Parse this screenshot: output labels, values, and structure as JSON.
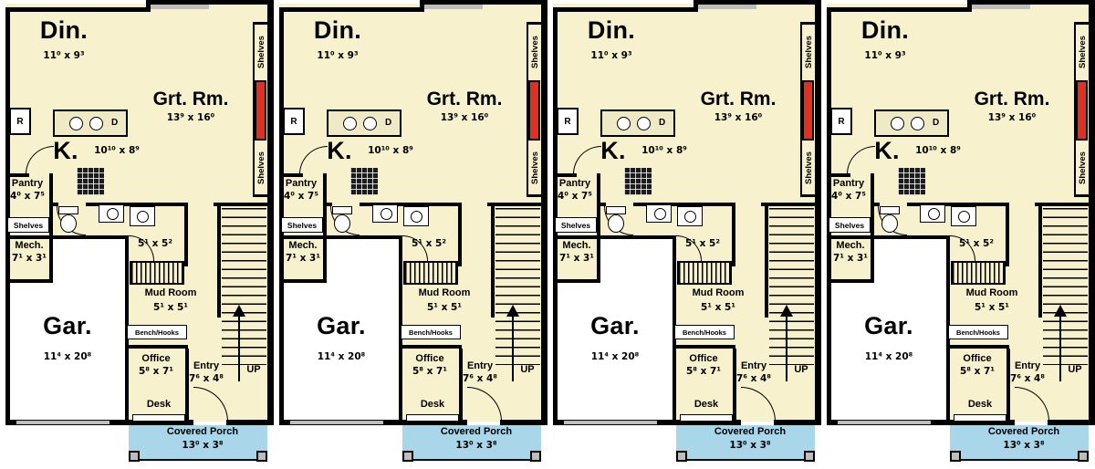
{
  "plan": {
    "units_count": 4,
    "colors": {
      "floor": "#f7f1cd",
      "porch": "#a9d6e9",
      "wall": "#000000",
      "accent_red": "#df3122",
      "gray": "#bdbdbd"
    },
    "unit": {
      "dining": {
        "label": "Din.",
        "dims": "11⁰ x 9³"
      },
      "great_room": {
        "label": "Grt. Rm.",
        "dims": "13⁹ x 16⁰"
      },
      "kitchen": {
        "label": "K.",
        "dims": "10¹⁰ x 8⁹"
      },
      "pantry": {
        "label": "Pantry",
        "dims": "4⁰ x 7⁵",
        "shelves": "Shelves"
      },
      "mech": {
        "label": "Mech.",
        "dims": "7¹ x 3¹"
      },
      "closet": {
        "dims": "5¹ x 5²"
      },
      "mud_room": {
        "label": "Mud Room",
        "dims": "5¹ x 5¹",
        "bench": "Bench/Hooks"
      },
      "office": {
        "label": "Office",
        "dims": "5⁸ x 7¹",
        "desk": "Desk"
      },
      "entry": {
        "label": "Entry",
        "dims": "7⁶ x 4⁸"
      },
      "garage": {
        "label": "Gar.",
        "dims": "11⁴ x 20⁸"
      },
      "porch": {
        "label": "Covered Porch",
        "dims": "13⁰ x 3⁸"
      },
      "stairs": {
        "label": "UP"
      },
      "shelves_top": "Shelves",
      "shelves_bottom": "Shelves",
      "appliances": {
        "refrigerator": "R",
        "dishwasher": "D"
      }
    }
  }
}
